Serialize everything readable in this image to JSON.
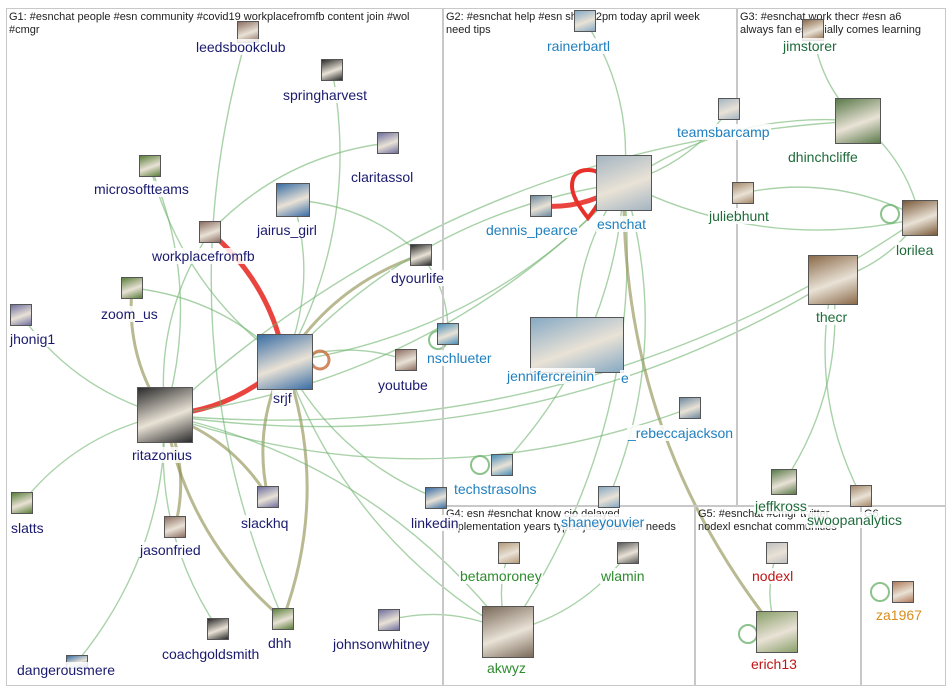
{
  "groups": [
    {
      "id": "G1",
      "label": "G1: #esnchat people #esn community #covid19 workplacefromfb content join #wol\n#cmgr"
    },
    {
      "id": "G2",
      "label": "G2: #esnchat help #esn share 2pm today april week\nneed tips"
    },
    {
      "id": "G3",
      "label": "G3: #esnchat work thecr #esn a6\nalways fan especially comes learning"
    },
    {
      "id": "G4",
      "label": "G4: esn #esnchat know cio delayed\nimplementation years types justifications needs"
    },
    {
      "id": "G5",
      "label": "G5: #esnchat #cmgr twitter\nnodexl esnchat communities"
    },
    {
      "id": "G6",
      "label": "G6"
    }
  ],
  "nodes": [
    {
      "id": "leedsbookclub",
      "label": "leedsbookclub",
      "group": "G1"
    },
    {
      "id": "springharvest",
      "label": "springharvest",
      "group": "G1"
    },
    {
      "id": "microsoftteams",
      "label": "microsoftteams",
      "group": "G1"
    },
    {
      "id": "claritassol",
      "label": "claritassol",
      "group": "G1"
    },
    {
      "id": "jairus_girl",
      "label": "jairus_girl",
      "group": "G1"
    },
    {
      "id": "workplacefromfb",
      "label": "workplacefromfb",
      "group": "G1"
    },
    {
      "id": "dyourlife",
      "label": "dyourlife",
      "group": "G1"
    },
    {
      "id": "zoom_us",
      "label": "zoom_us",
      "group": "G1"
    },
    {
      "id": "jhonig1",
      "label": "jhonig1",
      "group": "G1"
    },
    {
      "id": "srjf",
      "label": "srjf",
      "group": "G1"
    },
    {
      "id": "youtube",
      "label": "youtube",
      "group": "G1"
    },
    {
      "id": "ritazonius",
      "label": "ritazonius",
      "group": "G1"
    },
    {
      "id": "slatts",
      "label": "slatts",
      "group": "G1"
    },
    {
      "id": "slackhq",
      "label": "slackhq",
      "group": "G1"
    },
    {
      "id": "linkedin",
      "label": "linkedin",
      "group": "G1"
    },
    {
      "id": "jasonfried",
      "label": "jasonfried",
      "group": "G1"
    },
    {
      "id": "coachgoldsmith",
      "label": "coachgoldsmith",
      "group": "G1"
    },
    {
      "id": "dhh",
      "label": "dhh",
      "group": "G1"
    },
    {
      "id": "johnsonwhitney",
      "label": "johnsonwhitney",
      "group": "G1"
    },
    {
      "id": "dangerousmere",
      "label": "dangerousmere",
      "group": "G1"
    },
    {
      "id": "rainerbartl",
      "label": "rainerbartl",
      "group": "G2"
    },
    {
      "id": "esnchat",
      "label": "esnchat",
      "group": "G2"
    },
    {
      "id": "dennis_pearce",
      "label": "dennis_pearce",
      "group": "G2"
    },
    {
      "id": "nschlueter",
      "label": "nschlueter",
      "group": "G2"
    },
    {
      "id": "jennifercreinin",
      "label": "jennifercreinin",
      "group": "G2"
    },
    {
      "id": "e",
      "label": "e",
      "group": "G2"
    },
    {
      "id": "_rebeccajackson",
      "label": "_rebeccajackson",
      "group": "G2"
    },
    {
      "id": "techstrasolns",
      "label": "techstrasolns",
      "group": "G2"
    },
    {
      "id": "shaneyouvier",
      "label": "shaneyouvier",
      "group": "G2"
    },
    {
      "id": "teamsbarcamp",
      "label": "teamsbarcamp",
      "group": "G2"
    },
    {
      "id": "jimstorer",
      "label": "jimstorer",
      "group": "G3"
    },
    {
      "id": "dhinchcliffe",
      "label": "dhinchcliffe",
      "group": "G3"
    },
    {
      "id": "juliebhunt",
      "label": "juliebhunt",
      "group": "G3"
    },
    {
      "id": "lorilea",
      "label": "lorilea",
      "group": "G3"
    },
    {
      "id": "thecr",
      "label": "thecr",
      "group": "G3"
    },
    {
      "id": "jeffkross",
      "label": "jeffkross",
      "group": "G3"
    },
    {
      "id": "swoopanalytics",
      "label": "swoopanalytics",
      "group": "G3"
    },
    {
      "id": "betamoroney",
      "label": "betamoroney",
      "group": "G4"
    },
    {
      "id": "wlamin",
      "label": "wlamin",
      "group": "G4"
    },
    {
      "id": "akwyz",
      "label": "akwyz",
      "group": "G4"
    },
    {
      "id": "nodexl",
      "label": "nodexl",
      "group": "G5"
    },
    {
      "id": "erich13",
      "label": "erich13",
      "group": "G5"
    },
    {
      "id": "za1967",
      "label": "za1967",
      "group": "G6"
    }
  ],
  "edges": [
    [
      "srjf",
      "workplacefromfb"
    ],
    [
      "srjf",
      "ritazonius"
    ],
    [
      "srjf",
      "jairus_girl"
    ],
    [
      "srjf",
      "dyourlife"
    ],
    [
      "srjf",
      "slackhq"
    ],
    [
      "srjf",
      "dhh"
    ],
    [
      "srjf",
      "akwyz"
    ],
    [
      "srjf",
      "youtube"
    ],
    [
      "srjf",
      "esnchat"
    ],
    [
      "ritazonius",
      "zoom_us"
    ],
    [
      "ritazonius",
      "microsoftteams"
    ],
    [
      "ritazonius",
      "slackhq"
    ],
    [
      "ritazonius",
      "dhh"
    ],
    [
      "ritazonius",
      "jasonfried"
    ],
    [
      "ritazonius",
      "coachgoldsmith"
    ],
    [
      "ritazonius",
      "workplacefromfb"
    ],
    [
      "ritazonius",
      "thecr"
    ],
    [
      "ritazonius",
      "dhinchcliffe"
    ],
    [
      "ritazonius",
      "lorilea"
    ],
    [
      "ritazonius",
      "akwyz"
    ],
    [
      "jhonig1",
      "ritazonius"
    ],
    [
      "slatts",
      "ritazonius"
    ],
    [
      "leedsbookclub",
      "dhh"
    ],
    [
      "springharvest",
      "srjf"
    ],
    [
      "claritassol",
      "workplacefromfb"
    ],
    [
      "esnchat",
      "dhinchcliffe"
    ],
    [
      "esnchat",
      "lorilea"
    ],
    [
      "esnchat",
      "akwyz"
    ],
    [
      "esnchat",
      "srjf"
    ],
    [
      "esnchat",
      "ritazonius"
    ],
    [
      "esnchat",
      "erich13"
    ],
    [
      "rainerbartl",
      "esnchat"
    ],
    [
      "dennis_pearce",
      "esnchat"
    ],
    [
      "jennifercreinin",
      "esnchat"
    ],
    [
      "nschlueter",
      "dyourlife"
    ],
    [
      "_rebeccajackson",
      "ritazonius"
    ],
    [
      "techstrasolns",
      "esnchat"
    ],
    [
      "teamsbarcamp",
      "esnchat"
    ],
    [
      "jimstorer",
      "dhinchcliffe"
    ],
    [
      "juliebhunt",
      "lorilea"
    ],
    [
      "thecr",
      "lorilea"
    ],
    [
      "dhinchcliffe",
      "lorilea"
    ],
    [
      "jeffkross",
      "thecr"
    ],
    [
      "swoopanalytics",
      "thecr"
    ],
    [
      "betamoroney",
      "akwyz"
    ],
    [
      "wlamin",
      "akwyz"
    ],
    [
      "nodexl",
      "erich13"
    ],
    [
      "johnsonwhitney",
      "akwyz"
    ],
    [
      "dangerousmere",
      "ritazonius"
    ],
    [
      "linkedin",
      "srjf"
    ],
    [
      "shaneyouvier",
      "esnchat"
    ],
    [
      "jairus_girl",
      "dyourlife"
    ],
    [
      "microsoftteams",
      "srjf"
    ],
    [
      "zoom_us",
      "srjf"
    ]
  ],
  "colors": {
    "edge": "#6fb46f",
    "edge_dark": "#8a8a4a",
    "edge_highlight": "#e8302a",
    "border": "#c8c8c8"
  }
}
